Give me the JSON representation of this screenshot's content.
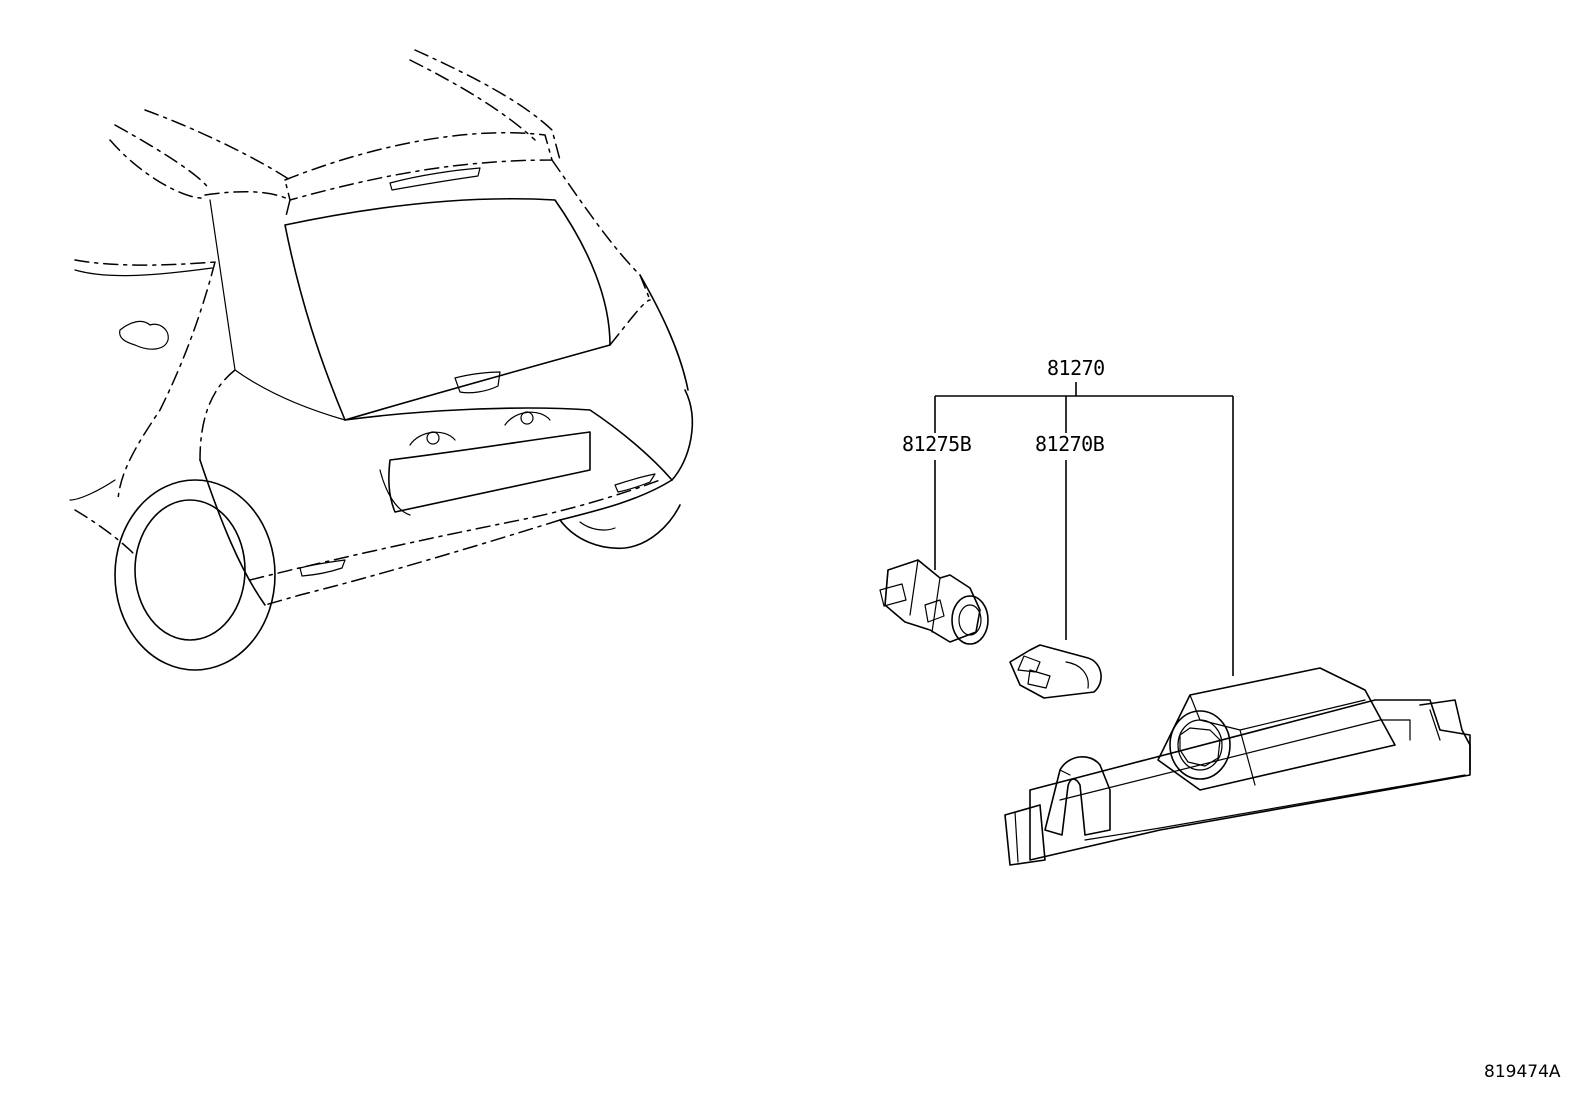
{
  "callouts": {
    "assembly": "81270",
    "socket": "81275B",
    "bulb": "81270B"
  },
  "figure_ref": "819474A",
  "colors": {
    "line": "#000000",
    "background": "#ffffff"
  }
}
